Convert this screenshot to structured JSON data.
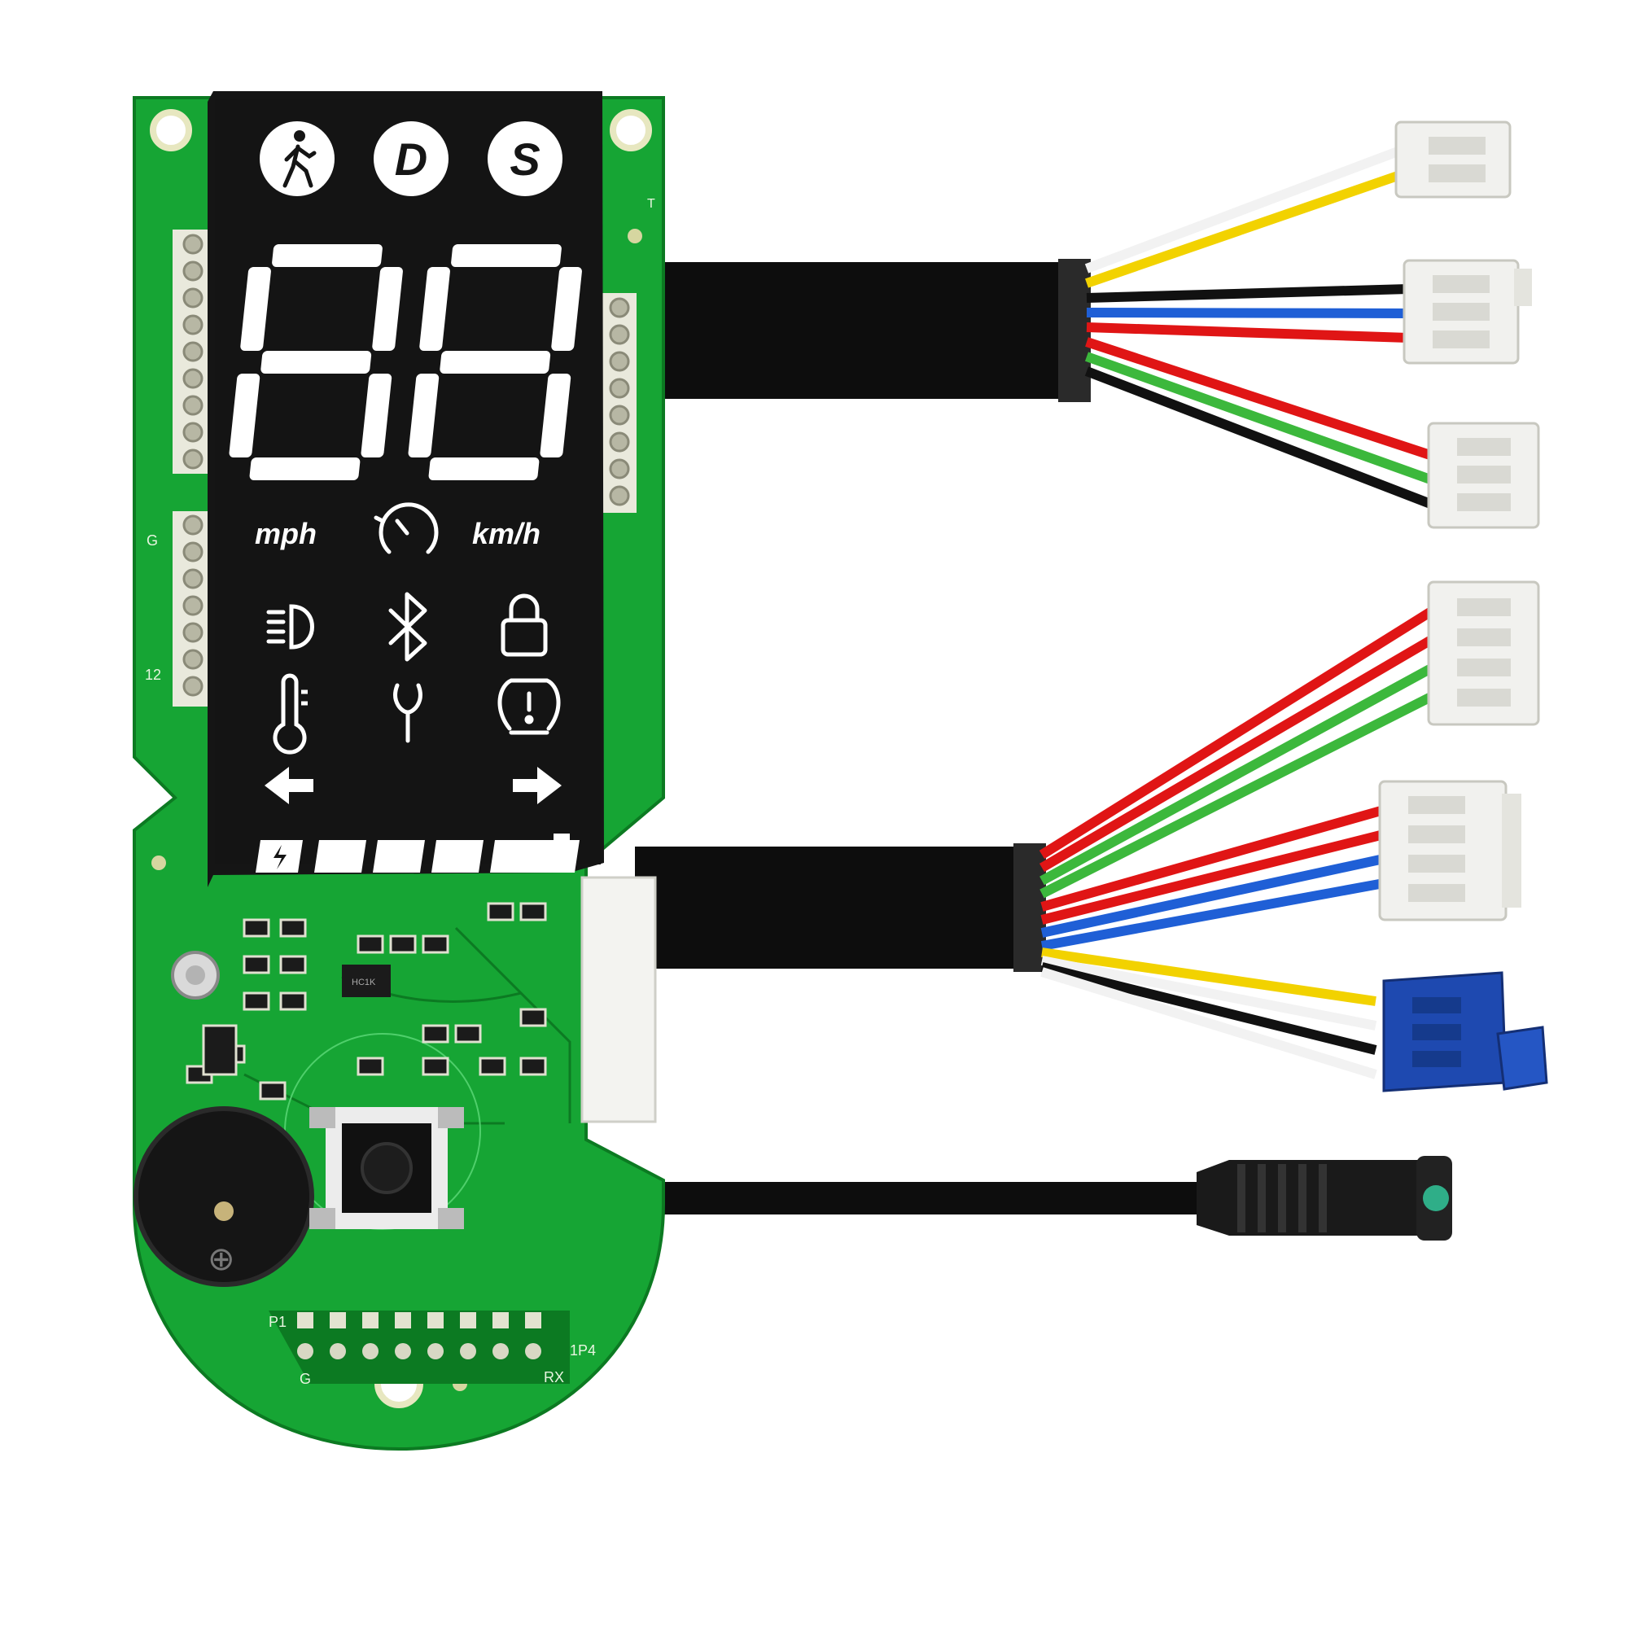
{
  "colors": {
    "pcb": "#16a534",
    "pcb_dark": "#0c7a22",
    "lcd": "#151515",
    "segment": "#ffffff",
    "wire_white": "#f2f2f2",
    "wire_yellow": "#f2d200",
    "wire_black": "#111111",
    "wire_blue": "#1f5fd6",
    "wire_red": "#e01515",
    "wire_green": "#3cb83c",
    "connector_white": "#f1f1ee",
    "connector_blue": "#1e49b0"
  },
  "display": {
    "mode_buttons": [
      {
        "label": "",
        "icon": "walking-person-icon"
      },
      {
        "label": "D",
        "icon": ""
      },
      {
        "label": "S",
        "icon": ""
      }
    ],
    "speed_digits": "88",
    "unit_mph": "mph",
    "unit_kmh": "km/h",
    "indicator_icons": [
      "headlight-icon",
      "bluetooth-icon",
      "lock-icon",
      "thermometer-icon",
      "wrench-icon",
      "tire-pressure-warning-icon",
      "left-arrow-icon",
      "right-arrow-icon",
      "speedometer-icon",
      "battery-bolt-icon"
    ],
    "battery_segments": 5
  },
  "pcb_labels": {
    "pin_g_left": "G",
    "pin_12": "12",
    "pin_t": "T",
    "bottom_p1": "P1",
    "bottom_g": "G",
    "bottom_rx": "RX",
    "bottom_1p4": "1P4",
    "chip_mark": "HC1K"
  }
}
